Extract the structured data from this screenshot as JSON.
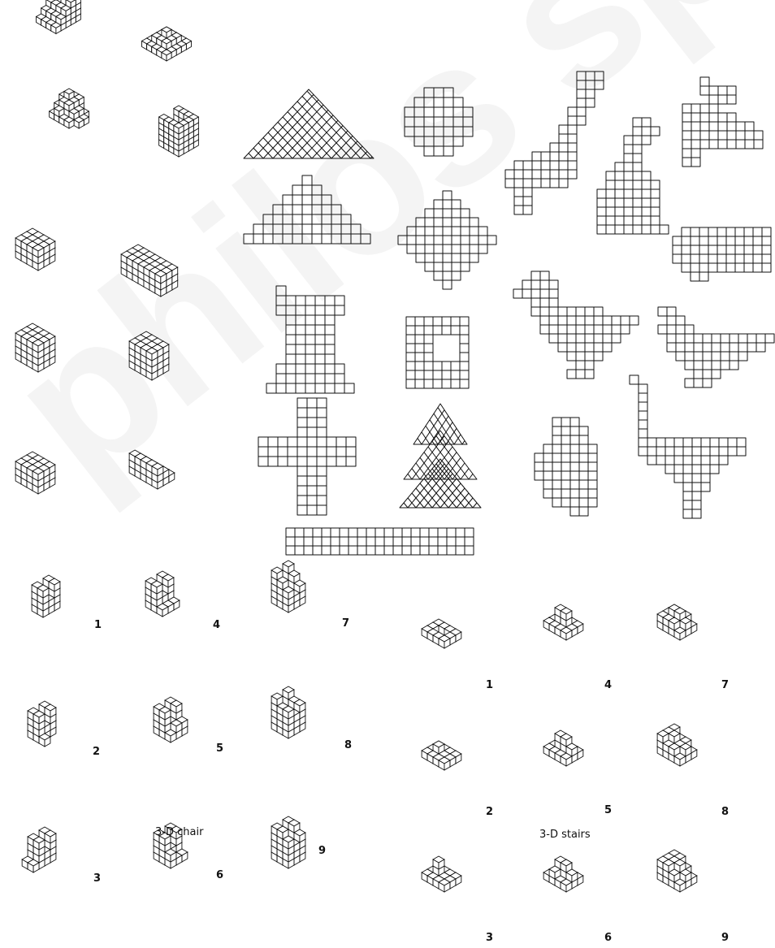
{
  "watermark": "philos spiele",
  "captions": {
    "chair": "3-D chair",
    "stairs": "3-D stairs"
  },
  "chair_steps": [
    "1",
    "2",
    "3",
    "4",
    "5",
    "6",
    "7",
    "8",
    "9"
  ],
  "stairs_steps": [
    "1",
    "2",
    "3",
    "4",
    "5",
    "6",
    "7",
    "8",
    "9"
  ],
  "colors": {
    "ink": "#111111",
    "paper": "#ffffff",
    "watermark": "#e6e6e6"
  }
}
